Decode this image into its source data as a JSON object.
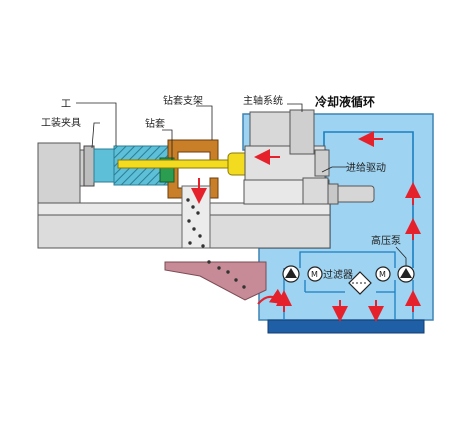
{
  "labels": {
    "workpiece": "工",
    "fixture": "工装夹具",
    "bushing_holder": "钻套支架",
    "bushing": "钻套",
    "spindle_system": "主轴系统",
    "coolant_loop": "冷却液循环",
    "feed_drive": "进给驱动",
    "hp_pump": "高压泵",
    "filter": "过滤器",
    "motor_a": "M",
    "motor_b": "M"
  },
  "colors": {
    "tank_fill": "#9ed3f1",
    "tank_stroke": "#3d84b4",
    "reservoir": "#1f5fa6",
    "flow_arrow": "#e5212b",
    "coolant_line": "#1a7fc2",
    "machine_gray": "#dcdcdc",
    "workpiece_cyan": "#5ebfd8",
    "bushing_holder": "#c87f27",
    "tool_yellow": "#f3dc1f",
    "chip_chute": "#c68b96"
  }
}
